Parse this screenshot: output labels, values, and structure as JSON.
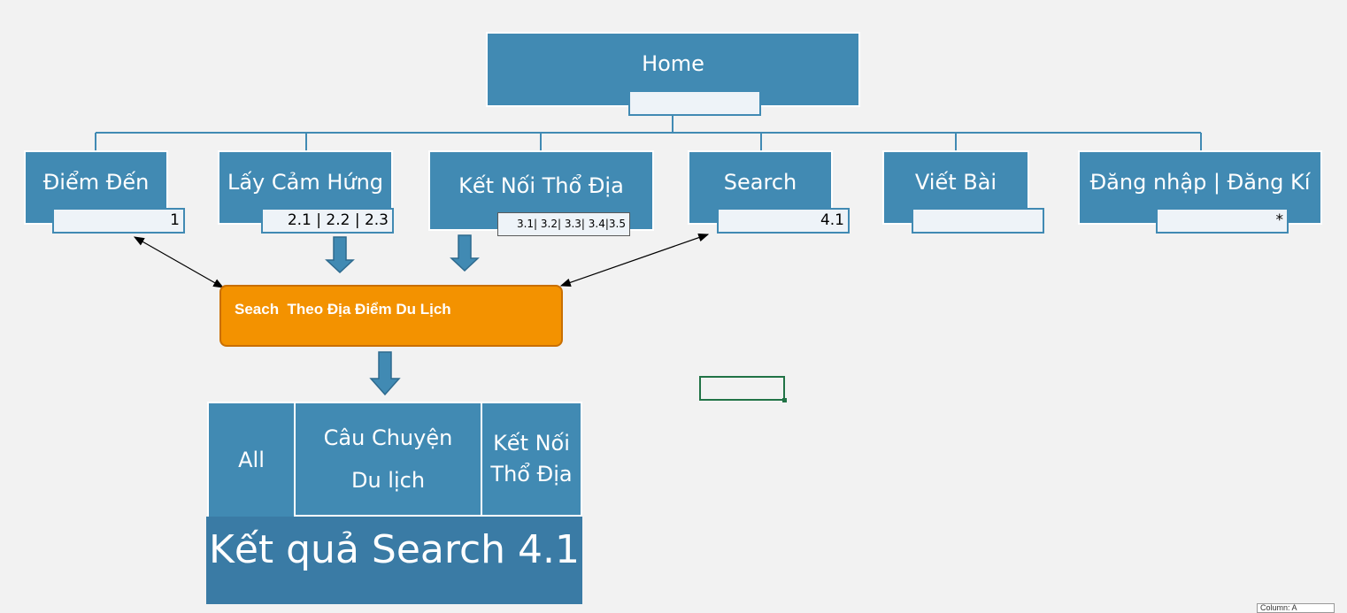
{
  "root": {
    "label": "Home"
  },
  "nodes": [
    {
      "label": "Điểm Đến",
      "tag": "1"
    },
    {
      "label": "Lấy Cảm Hứng",
      "tag": "2.1 | 2.2 | 2.3"
    },
    {
      "label": "Kết Nối Thổ Địa",
      "tag": "3.1| 3.2| 3.3| 3.4|3.5"
    },
    {
      "label": "Search",
      "tag": "4.1"
    },
    {
      "label": "Viết Bài",
      "tag": ""
    },
    {
      "label": "Đăng nhập | Đăng Kí",
      "tag": "*"
    }
  ],
  "search_box": {
    "label": "Seach  Theo Địa Điểm Du Lịch"
  },
  "tabs": [
    {
      "label": "All"
    },
    {
      "label": "Câu Chuyện Du lịch"
    },
    {
      "label": "Kết Nối Thổ Địa"
    }
  ],
  "result": {
    "label": "Kết quả Search 4.1"
  },
  "status": {
    "tooltip": "Column: A"
  },
  "colors": {
    "box": "#418ab3",
    "orange": "#f39200",
    "result": "#3a7ba5",
    "excel_green": "#217346"
  }
}
